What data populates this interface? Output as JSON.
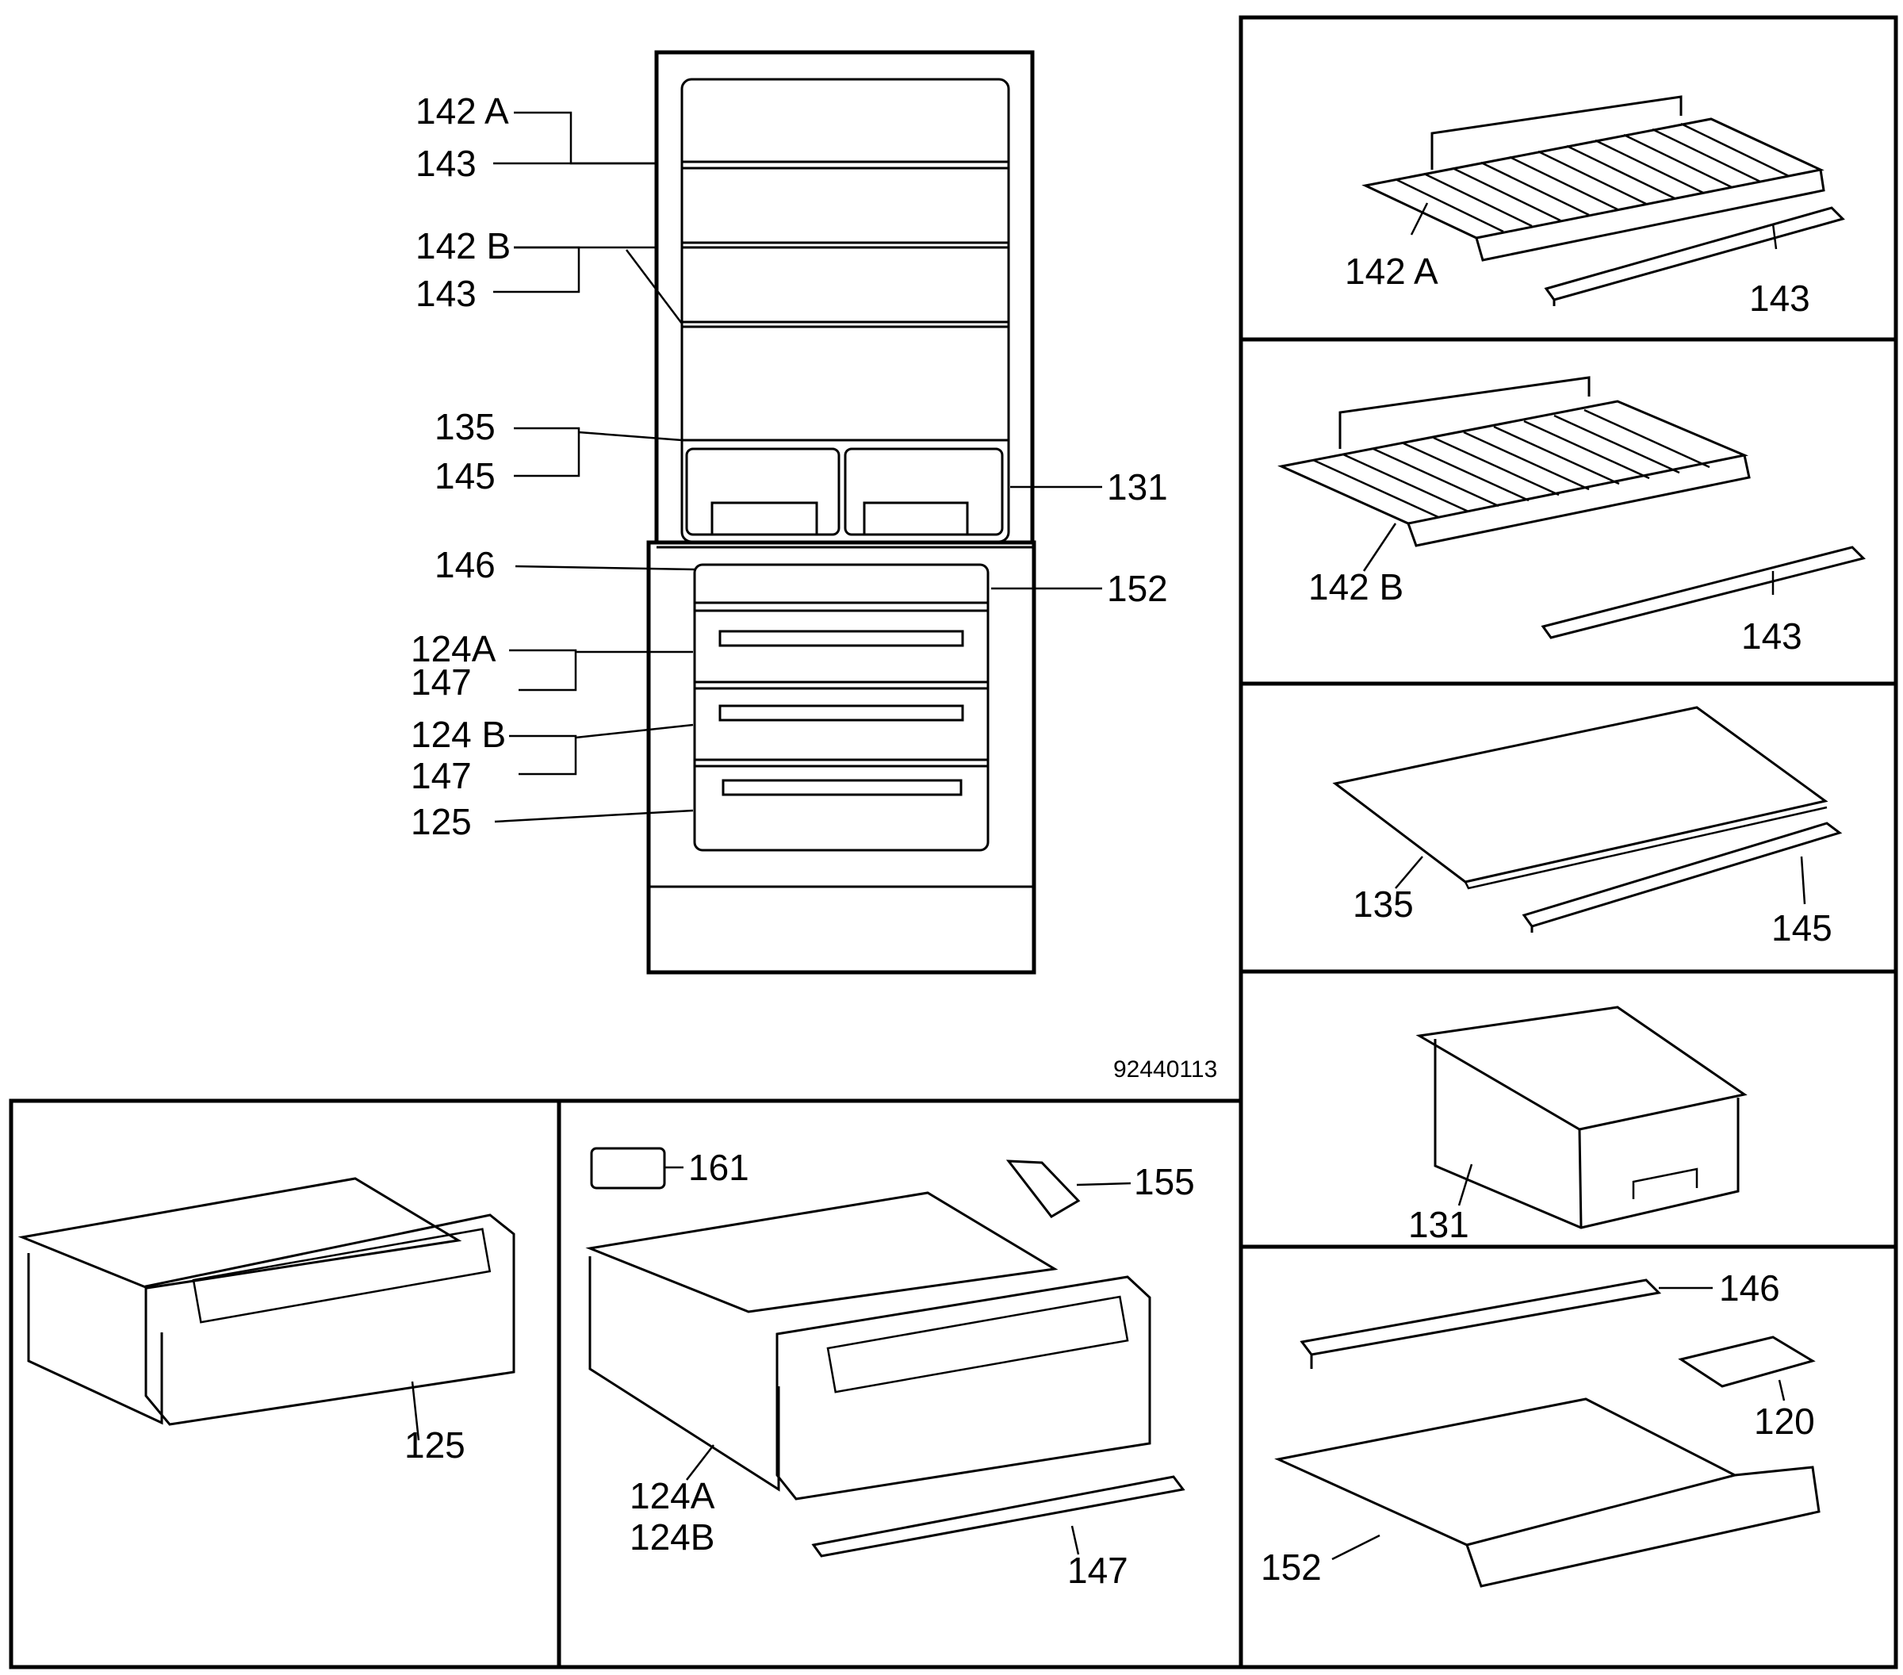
{
  "drawing_number": "92440113",
  "overview_labels": {
    "l142a": "142 A",
    "l143a": "143",
    "l142b": "142 B",
    "l143b": "143",
    "l135": "135",
    "l145": "145",
    "l131": "131",
    "l146": "146",
    "l152": "152",
    "l124a": "124A",
    "l147a": "147",
    "l124b": "124 B",
    "l147b": "147",
    "l125": "125"
  },
  "panels": {
    "shelf_142a": {
      "shelf": "142 A",
      "strip": "143"
    },
    "shelf_142b": {
      "shelf": "142 B",
      "strip": "143"
    },
    "glass_135": {
      "shelf": "135",
      "strip": "145"
    },
    "bin_131": {
      "label": "131"
    },
    "freezer_152": {
      "strip": "146",
      "tray": "120",
      "shelf": "152"
    },
    "drawer_125": {
      "label": "125"
    },
    "drawer_124": {
      "label_a": "124A",
      "label_b": "124B",
      "handle": "147",
      "thermo": "161",
      "clip": "155"
    }
  }
}
